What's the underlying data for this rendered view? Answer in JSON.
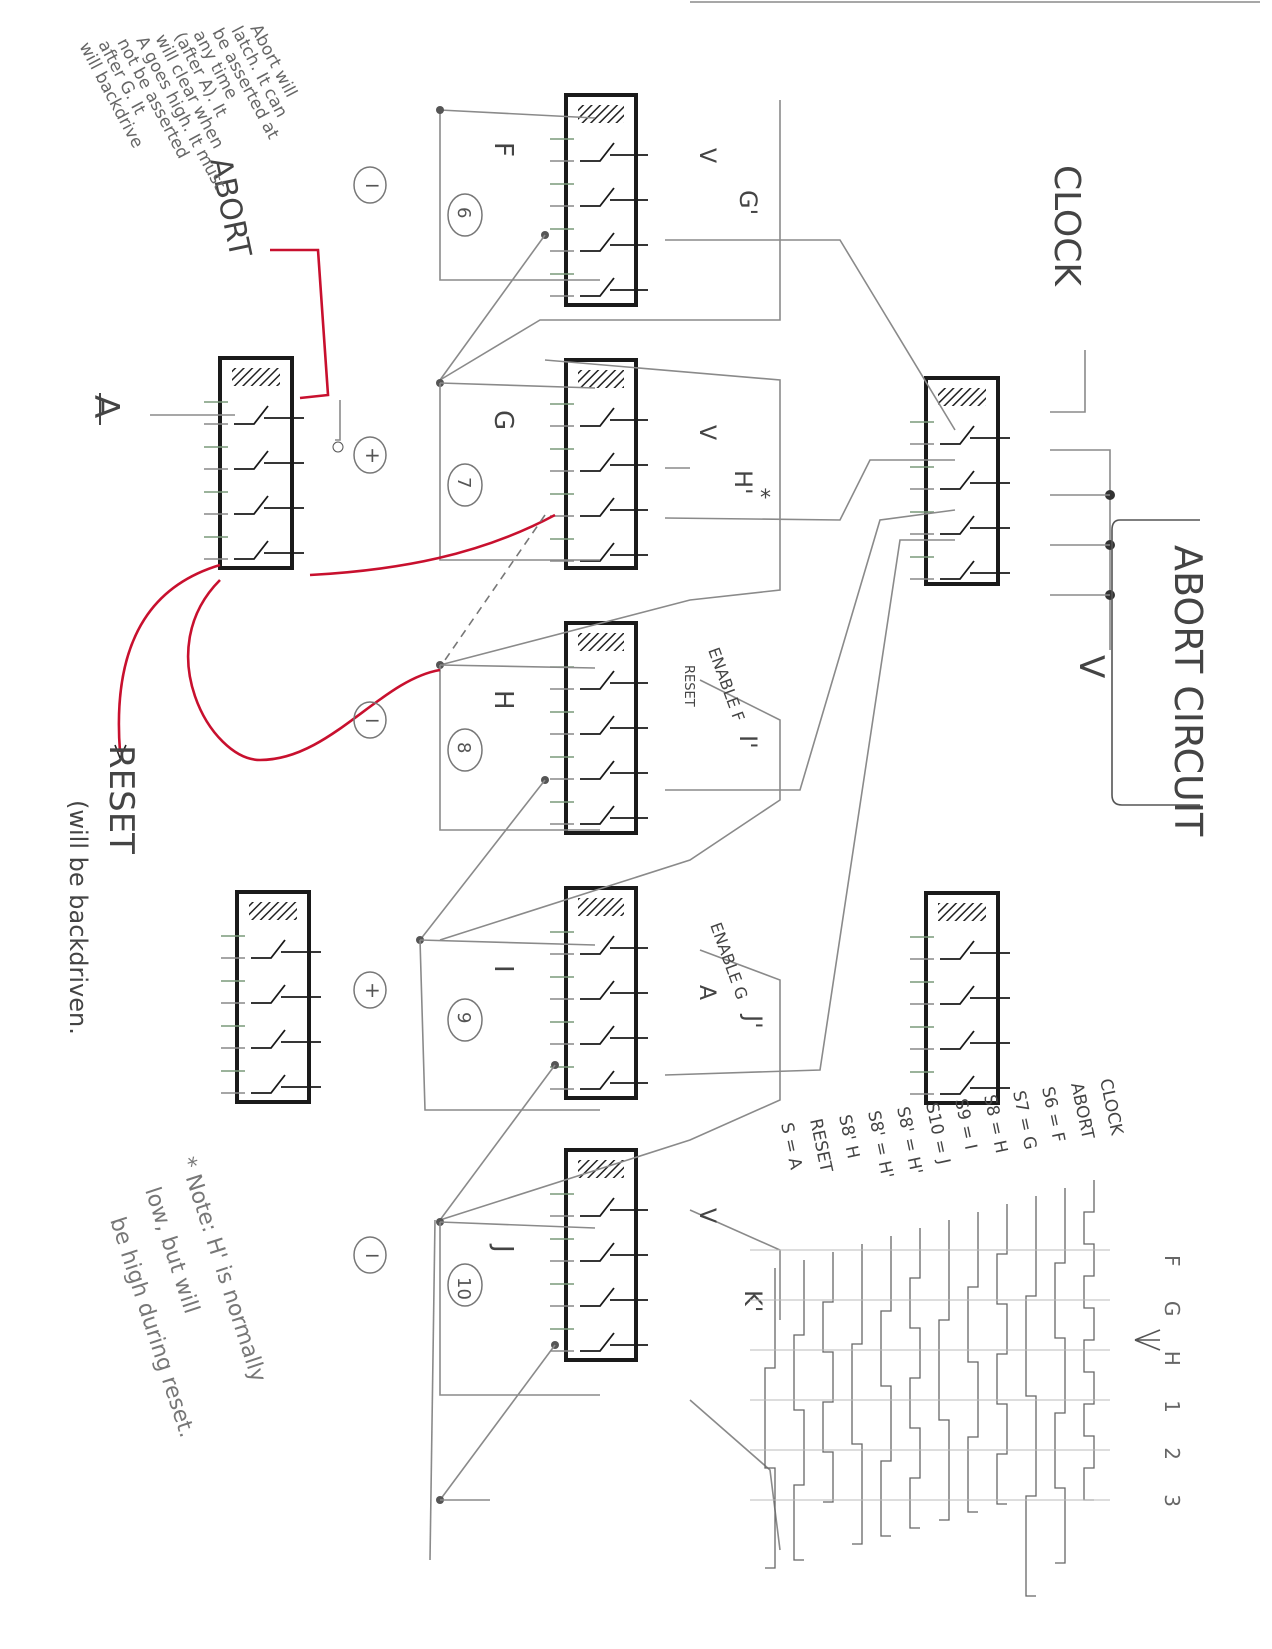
{
  "title": "ABORT CIRCUIT",
  "labels": {
    "clock": "CLOCK",
    "abort": "ABORT",
    "v_top": "V",
    "v_right": "V",
    "a_bar": "A",
    "reset": "RESET",
    "reset_note": "(will be backdriven.",
    "enable_f": "ENABLE F",
    "reset_small": "RESET",
    "enable_g": "ENABLE G",
    "star": "*"
  },
  "signals": {
    "F": "F",
    "G": "G",
    "H": "H",
    "I": "I",
    "J": "J",
    "G_prime": "G'",
    "H_prime": "H'",
    "I_prime": "I'",
    "J_prime": "J'",
    "K_prime": "K'",
    "A": "A",
    "V": "V"
  },
  "relay_numbers": [
    "6",
    "7",
    "8",
    "9",
    "10"
  ],
  "polarities": [
    "−",
    "+",
    "−",
    "+",
    "−"
  ],
  "abort_note": [
    "Abort will",
    "latch. It can",
    "be asserted at",
    "any time",
    "(after A). It",
    "will clear when",
    "A goes high. It must",
    "not be asserted",
    "after G. It",
    "will backdrive"
  ],
  "timing_labels": [
    "CLOCK",
    "ABORT",
    "S6 = F",
    "S7 = G",
    "S8 = H",
    "S9 = I",
    "S10 = J",
    "S8' = H'",
    "S8' = H'",
    "S8' H",
    "RESET",
    "S = A"
  ],
  "timing_header": "F G H 1 2 3",
  "footnote": [
    "* Note: H' is normally",
    "low, but will",
    "be high during reset."
  ],
  "colors": {
    "pencil": "#8a8a8a",
    "ink": "#1a1a1a",
    "red": "#c8102e",
    "relay_hatch": "#222222"
  }
}
